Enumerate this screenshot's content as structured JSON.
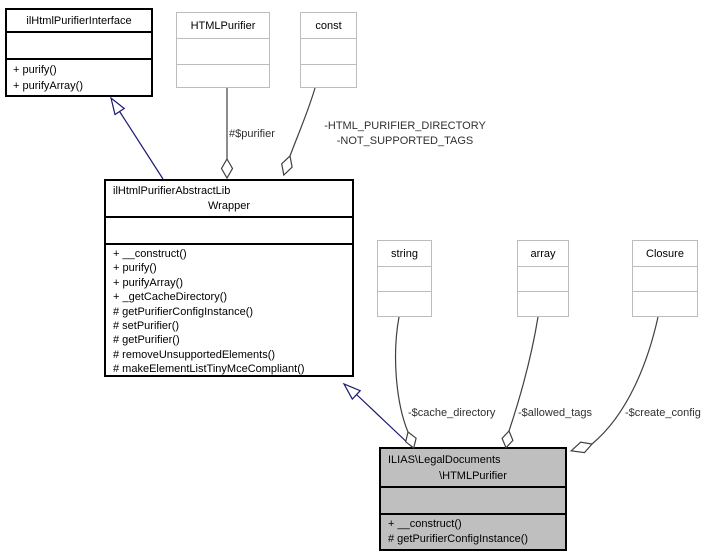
{
  "diagram": {
    "kind": "uml-collaboration-diagram",
    "colors": {
      "inheritance_edge": "#191970",
      "aggregation_edge": "#404040",
      "node_border": "#000000",
      "external_node_border": "#bcbcbc",
      "focus_node_fill": "#bfbfbf",
      "node_fill": "#ffffff"
    }
  },
  "nodes": {
    "interface": {
      "title": "ilHtmlPurifierInterface",
      "methods": [
        "+ purify()",
        "+ purifyArray()"
      ]
    },
    "htmlpurifier": {
      "title": "HTMLPurifier"
    },
    "const": {
      "title": "const"
    },
    "wrapper": {
      "title_line1": "ilHtmlPurifierAbstractLib",
      "title_line2": "Wrapper",
      "methods": [
        "+ __construct()",
        "+ purify()",
        "+ purifyArray()",
        "+ _getCacheDirectory()",
        "# getPurifierConfigInstance()",
        "# setPurifier()",
        "# getPurifier()",
        "# removeUnsupportedElements()",
        "# makeElementListTinyMceCompliant()"
      ]
    },
    "string": {
      "title": "string"
    },
    "array": {
      "title": "array"
    },
    "closure": {
      "title": "Closure"
    },
    "legal": {
      "title_line1": "ILIAS\\LegalDocuments",
      "title_line2": "\\HTMLPurifier",
      "methods": [
        "+ __construct()",
        "# getPurifierConfigInstance()"
      ]
    }
  },
  "edge_labels": {
    "purifier": "#$purifier",
    "html_purifier_directory": "-HTML_PURIFIER_DIRECTORY",
    "not_supported_tags": "-NOT_SUPPORTED_TAGS",
    "cache_directory": "-$cache_directory",
    "allowed_tags": "-$allowed_tags",
    "create_config": "-$create_config"
  }
}
